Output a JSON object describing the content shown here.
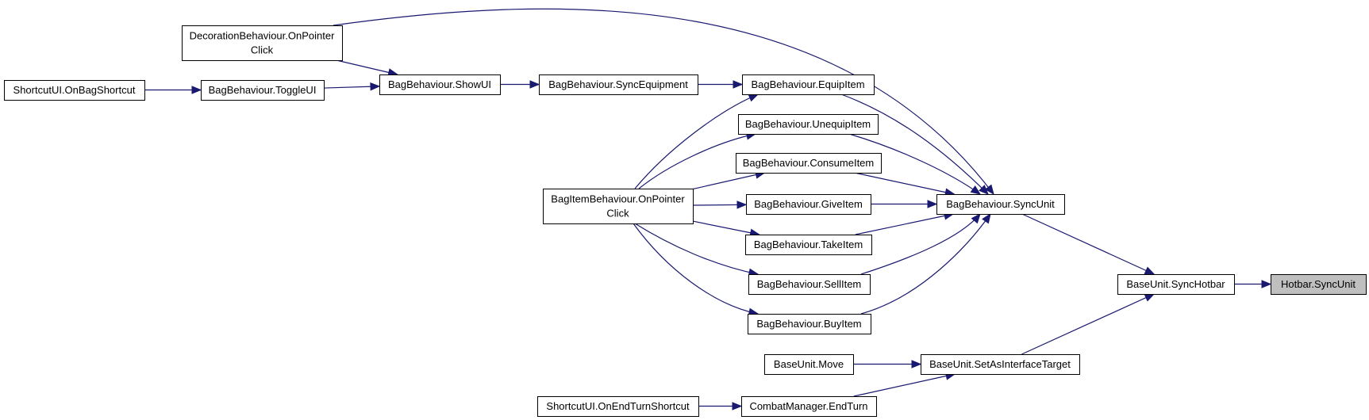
{
  "nodes": [
    {
      "id": "decoration_onpointerclick",
      "lines": [
        "DecorationBehaviour.OnPointer",
        "Click"
      ],
      "root": false
    },
    {
      "id": "shortcut_onbagshortcut",
      "lines": [
        "ShortcutUI.OnBagShortcut"
      ],
      "root": false
    },
    {
      "id": "bag_toggleui",
      "lines": [
        "BagBehaviour.ToggleUI"
      ],
      "root": false
    },
    {
      "id": "bag_showui",
      "lines": [
        "BagBehaviour.ShowUI"
      ],
      "root": false
    },
    {
      "id": "bag_syncequipment",
      "lines": [
        "BagBehaviour.SyncEquipment"
      ],
      "root": false
    },
    {
      "id": "bag_equipitem",
      "lines": [
        "BagBehaviour.EquipItem"
      ],
      "root": false
    },
    {
      "id": "bag_unequipitem",
      "lines": [
        "BagBehaviour.UnequipItem"
      ],
      "root": false
    },
    {
      "id": "bag_consumeitem",
      "lines": [
        "BagBehaviour.ConsumeItem"
      ],
      "root": false
    },
    {
      "id": "bagitem_onpointerclick",
      "lines": [
        "BagItemBehaviour.OnPointer",
        "Click"
      ],
      "root": false
    },
    {
      "id": "bag_giveitem",
      "lines": [
        "BagBehaviour.GiveItem"
      ],
      "root": false
    },
    {
      "id": "bag_syncunit",
      "lines": [
        "BagBehaviour.SyncUnit"
      ],
      "root": false
    },
    {
      "id": "bag_takeitem",
      "lines": [
        "BagBehaviour.TakeItem"
      ],
      "root": false
    },
    {
      "id": "bag_sellitem",
      "lines": [
        "BagBehaviour.SellItem"
      ],
      "root": false
    },
    {
      "id": "bag_buyitem",
      "lines": [
        "BagBehaviour.BuyItem"
      ],
      "root": false
    },
    {
      "id": "baseunit_synchotbar",
      "lines": [
        "BaseUnit.SyncHotbar"
      ],
      "root": false
    },
    {
      "id": "hotbar_syncunit",
      "lines": [
        "Hotbar.SyncUnit"
      ],
      "root": true
    },
    {
      "id": "baseunit_move",
      "lines": [
        "BaseUnit.Move"
      ],
      "root": false
    },
    {
      "id": "baseunit_setasinterfacetarget",
      "lines": [
        "BaseUnit.SetAsInterfaceTarget"
      ],
      "root": false
    },
    {
      "id": "shortcut_onendturnshortcut",
      "lines": [
        "ShortcutUI.OnEndTurnShortcut"
      ],
      "root": false
    },
    {
      "id": "combat_endturn",
      "lines": [
        "CombatManager.EndTurn"
      ],
      "root": false
    }
  ],
  "edges": [
    {
      "from": "decoration_onpointerclick",
      "to": "bag_showui"
    },
    {
      "from": "decoration_onpointerclick",
      "to": "bag_syncunit"
    },
    {
      "from": "shortcut_onbagshortcut",
      "to": "bag_toggleui"
    },
    {
      "from": "bag_toggleui",
      "to": "bag_showui"
    },
    {
      "from": "bag_showui",
      "to": "bag_syncequipment"
    },
    {
      "from": "bag_syncequipment",
      "to": "bag_equipitem"
    },
    {
      "from": "bagitem_onpointerclick",
      "to": "bag_equipitem"
    },
    {
      "from": "bagitem_onpointerclick",
      "to": "bag_unequipitem"
    },
    {
      "from": "bagitem_onpointerclick",
      "to": "bag_consumeitem"
    },
    {
      "from": "bagitem_onpointerclick",
      "to": "bag_giveitem"
    },
    {
      "from": "bagitem_onpointerclick",
      "to": "bag_takeitem"
    },
    {
      "from": "bagitem_onpointerclick",
      "to": "bag_sellitem"
    },
    {
      "from": "bagitem_onpointerclick",
      "to": "bag_buyitem"
    },
    {
      "from": "bag_equipitem",
      "to": "bag_syncunit"
    },
    {
      "from": "bag_unequipitem",
      "to": "bag_syncunit"
    },
    {
      "from": "bag_consumeitem",
      "to": "bag_syncunit"
    },
    {
      "from": "bag_giveitem",
      "to": "bag_syncunit"
    },
    {
      "from": "bag_takeitem",
      "to": "bag_syncunit"
    },
    {
      "from": "bag_sellitem",
      "to": "bag_syncunit"
    },
    {
      "from": "bag_buyitem",
      "to": "bag_syncunit"
    },
    {
      "from": "bag_syncunit",
      "to": "baseunit_synchotbar"
    },
    {
      "from": "baseunit_setasinterfacetarget",
      "to": "baseunit_synchotbar"
    },
    {
      "from": "baseunit_move",
      "to": "baseunit_setasinterfacetarget"
    },
    {
      "from": "combat_endturn",
      "to": "baseunit_setasinterfacetarget"
    },
    {
      "from": "shortcut_onendturnshortcut",
      "to": "combat_endturn"
    },
    {
      "from": "baseunit_synchotbar",
      "to": "hotbar_syncunit"
    }
  ],
  "colors": {
    "edge": "#191970",
    "node_border": "#000000",
    "node_fill": "#ffffff",
    "root_fill": "#bfbfbf"
  }
}
